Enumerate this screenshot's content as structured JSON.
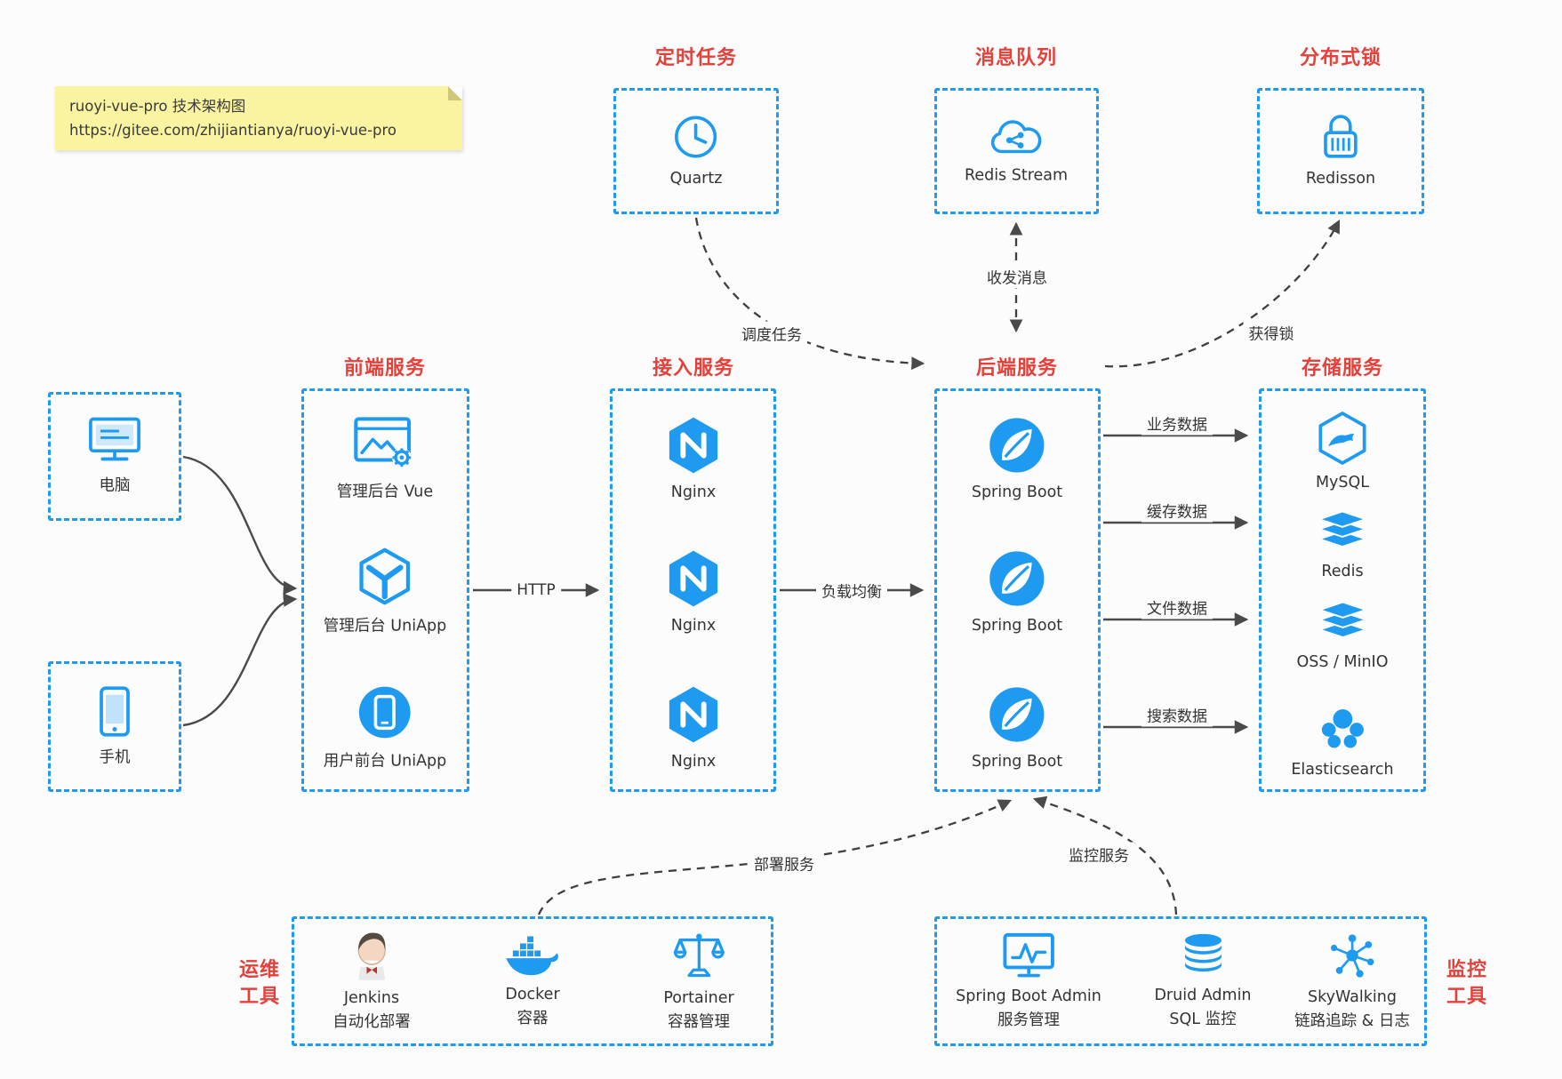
{
  "colors": {
    "accent_blue": "#1e9bf0",
    "accent_red": "#e6403a",
    "arrow_gray": "#4a4a4a",
    "note_yellow": "#faf3a1"
  },
  "note": {
    "line1": "ruoyi-vue-pro 技术架构图",
    "line2": "https://gitee.com/zhijiantianya/ruoyi-vue-pro"
  },
  "top_services": [
    {
      "title": "定时任务",
      "label": "Quartz",
      "icon": "clock-icon"
    },
    {
      "title": "消息队列",
      "label": "Redis Stream",
      "icon": "cloud-network-icon"
    },
    {
      "title": "分布式锁",
      "label": "Redisson",
      "icon": "lock-icon"
    }
  ],
  "clients": [
    {
      "label": "电脑",
      "icon": "monitor-icon"
    },
    {
      "label": "手机",
      "icon": "phone-icon"
    }
  ],
  "columns": {
    "frontend": {
      "title": "前端服务",
      "items": [
        {
          "label": "管理后台 Vue",
          "icon": "admin-window-gear-icon"
        },
        {
          "label": "管理后台 UniApp",
          "icon": "uniapp-hexagon-icon"
        },
        {
          "label": "用户前台 UniApp",
          "icon": "mobile-circle-icon"
        }
      ]
    },
    "gateway": {
      "title": "接入服务",
      "items": [
        {
          "label": "Nginx",
          "icon": "nginx-icon"
        },
        {
          "label": "Nginx",
          "icon": "nginx-icon"
        },
        {
          "label": "Nginx",
          "icon": "nginx-icon"
        }
      ]
    },
    "backend": {
      "title": "后端服务",
      "items": [
        {
          "label": "Spring Boot",
          "icon": "spring-icon"
        },
        {
          "label": "Spring Boot",
          "icon": "spring-icon"
        },
        {
          "label": "Spring Boot",
          "icon": "spring-icon"
        }
      ]
    },
    "storage": {
      "title": "存储服务",
      "items": [
        {
          "label": "MySQL",
          "icon": "mysql-dolphin-icon"
        },
        {
          "label": "Redis",
          "icon": "redis-stack-icon"
        },
        {
          "label": "OSS / MinIO",
          "icon": "oss-stack-icon"
        },
        {
          "label": "Elasticsearch",
          "icon": "elasticsearch-cluster-icon"
        }
      ]
    }
  },
  "edges": {
    "http": "HTTP",
    "load_balance": "负载均衡",
    "business_data": "业务数据",
    "cache_data": "缓存数据",
    "file_data": "文件数据",
    "search_data": "搜索数据",
    "schedule_task": "调度任务",
    "send_receive_message": "收发消息",
    "acquire_lock": "获得锁",
    "deploy_service": "部署服务",
    "monitor_service": "监控服务"
  },
  "ops_tools": {
    "title_line1": "运维",
    "title_line2": "工具",
    "items": [
      {
        "label": "Jenkins",
        "sub": "自动化部署",
        "icon": "jenkins-butler-icon"
      },
      {
        "label": "Docker",
        "sub": "容器",
        "icon": "docker-whale-icon"
      },
      {
        "label": "Portainer",
        "sub": "容器管理",
        "icon": "scales-icon"
      }
    ]
  },
  "monitor_tools": {
    "title_line1": "监控",
    "title_line2": "工具",
    "items": [
      {
        "label": "Spring Boot Admin",
        "sub": "服务管理",
        "icon": "monitor-chart-icon"
      },
      {
        "label": "Druid Admin",
        "sub": "SQL 监控",
        "icon": "database-cylinder-icon"
      },
      {
        "label": "SkyWalking",
        "sub": "链路追踪 & 日志",
        "icon": "network-graph-icon"
      }
    ]
  }
}
